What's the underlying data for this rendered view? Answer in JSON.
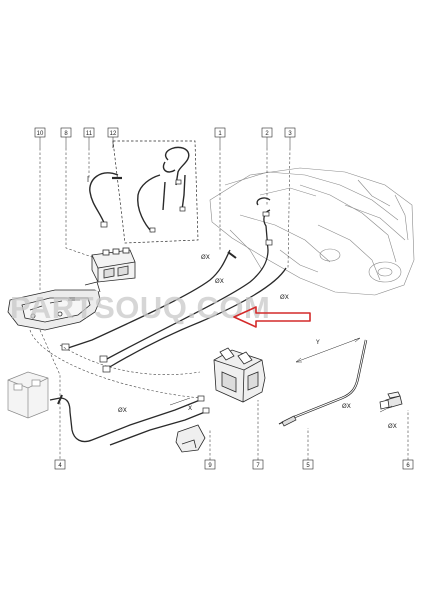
{
  "callouts": [
    "10",
    "8",
    "11",
    "12",
    "1",
    "2",
    "3",
    "4",
    "9",
    "7",
    "5",
    "6"
  ],
  "dimensions": {
    "d1": "ØX",
    "d2": "ØX",
    "d3": "ØX",
    "d4": "ØX",
    "d5": "ØX",
    "d6": "ØX",
    "x_mark": "X",
    "y_mark": "Y"
  },
  "watermark": "PARTSOUQ.COM",
  "colors": {
    "line": "#2a2a2a",
    "arrow": "#d42a2a",
    "watermark": "#c9c9c9"
  }
}
